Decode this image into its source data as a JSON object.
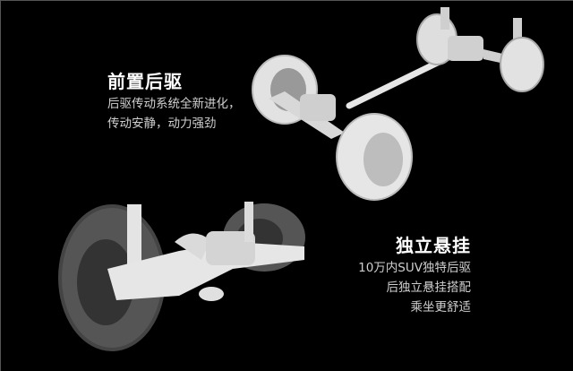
{
  "section_rwd": {
    "title": "前置后驱",
    "lines": [
      "后驱传动系统全新进化，",
      "传动安静，动力强劲"
    ]
  },
  "section_suspension": {
    "title": "独立悬挂",
    "lines": [
      "10万内SUV独特后驱",
      "后独立悬挂搭配",
      "乘坐更舒适"
    ]
  },
  "colors": {
    "background": "#000000",
    "title_text": "#ffffff",
    "body_text": "#cfcfcf",
    "render_light": "#e8e8e8",
    "render_tire_dark": "#5a5a5a"
  }
}
